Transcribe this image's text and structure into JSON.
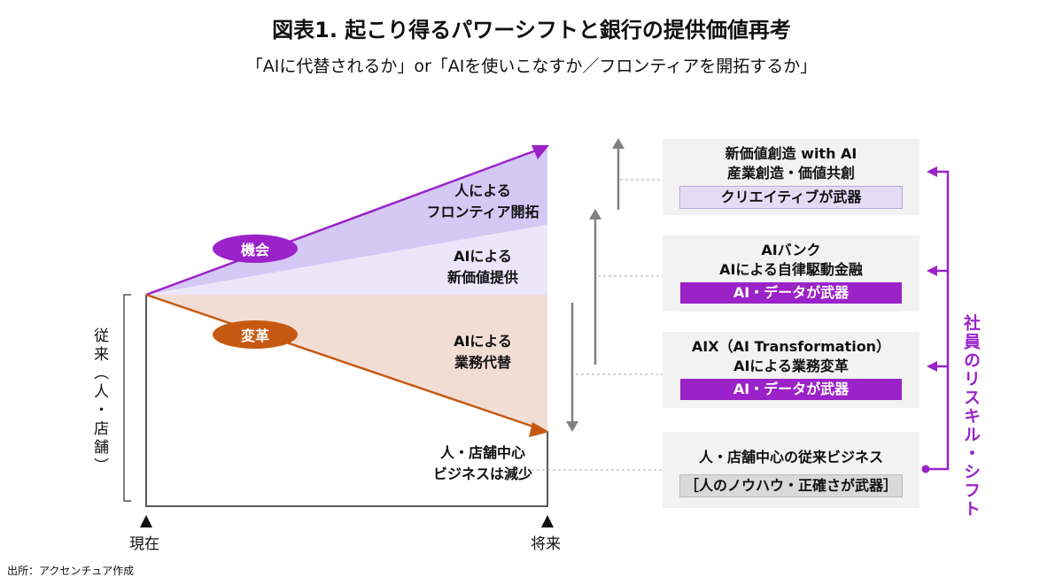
{
  "title": "図表1. 起こり得るパワーシフトと銀行の提供価値再考",
  "subtitle": "「AIに代替されるか」or「AIを使いこなすか／フロンティアを開拓するか」",
  "diagram": {
    "left_axis_label": "従来（人・店舗）",
    "x_start_label": "現在",
    "x_end_label": "将来",
    "regions": [
      {
        "label": "人による\nフロンティア開拓",
        "color": "#d4c8f4"
      },
      {
        "label": "AIによる\n新価値提供",
        "color": "#ece6fa"
      },
      {
        "label": "AIによる\n業務代替",
        "color": "#f2ddd5"
      },
      {
        "label": "人・店舗中心\nビジネスは減少",
        "color": "#ffffff"
      }
    ],
    "opportunity_pill": {
      "label": "機会",
      "color": "#9b22c8"
    },
    "reform_pill": {
      "label": "変革",
      "color": "#c65911"
    }
  },
  "boxes": [
    {
      "line1": "新価値創造 with AI",
      "line2": "産業創造・価値共創",
      "tag": "クリエイティブが武器",
      "tag_style": "light"
    },
    {
      "line1": "AIバンク",
      "line2": "AIによる自律駆動金融",
      "tag": "AI・データが武器",
      "tag_style": "dark"
    },
    {
      "line1": "AIX（AI Transformation）",
      "line2": "AIによる業務変革",
      "tag": "AI・データが武器",
      "tag_style": "dark"
    },
    {
      "line1": "人・店舗中心の従来ビジネス",
      "line2": "",
      "tag": "［人のノウハウ・正確さが武器］",
      "tag_style": "gray"
    }
  ],
  "reskill_label": "社員のリスキル・シフト",
  "colors": {
    "accent": "#9b22c8",
    "reform": "#c65911",
    "arrow_gray": "#808080"
  },
  "source": "出所：アクセンチュア作成"
}
